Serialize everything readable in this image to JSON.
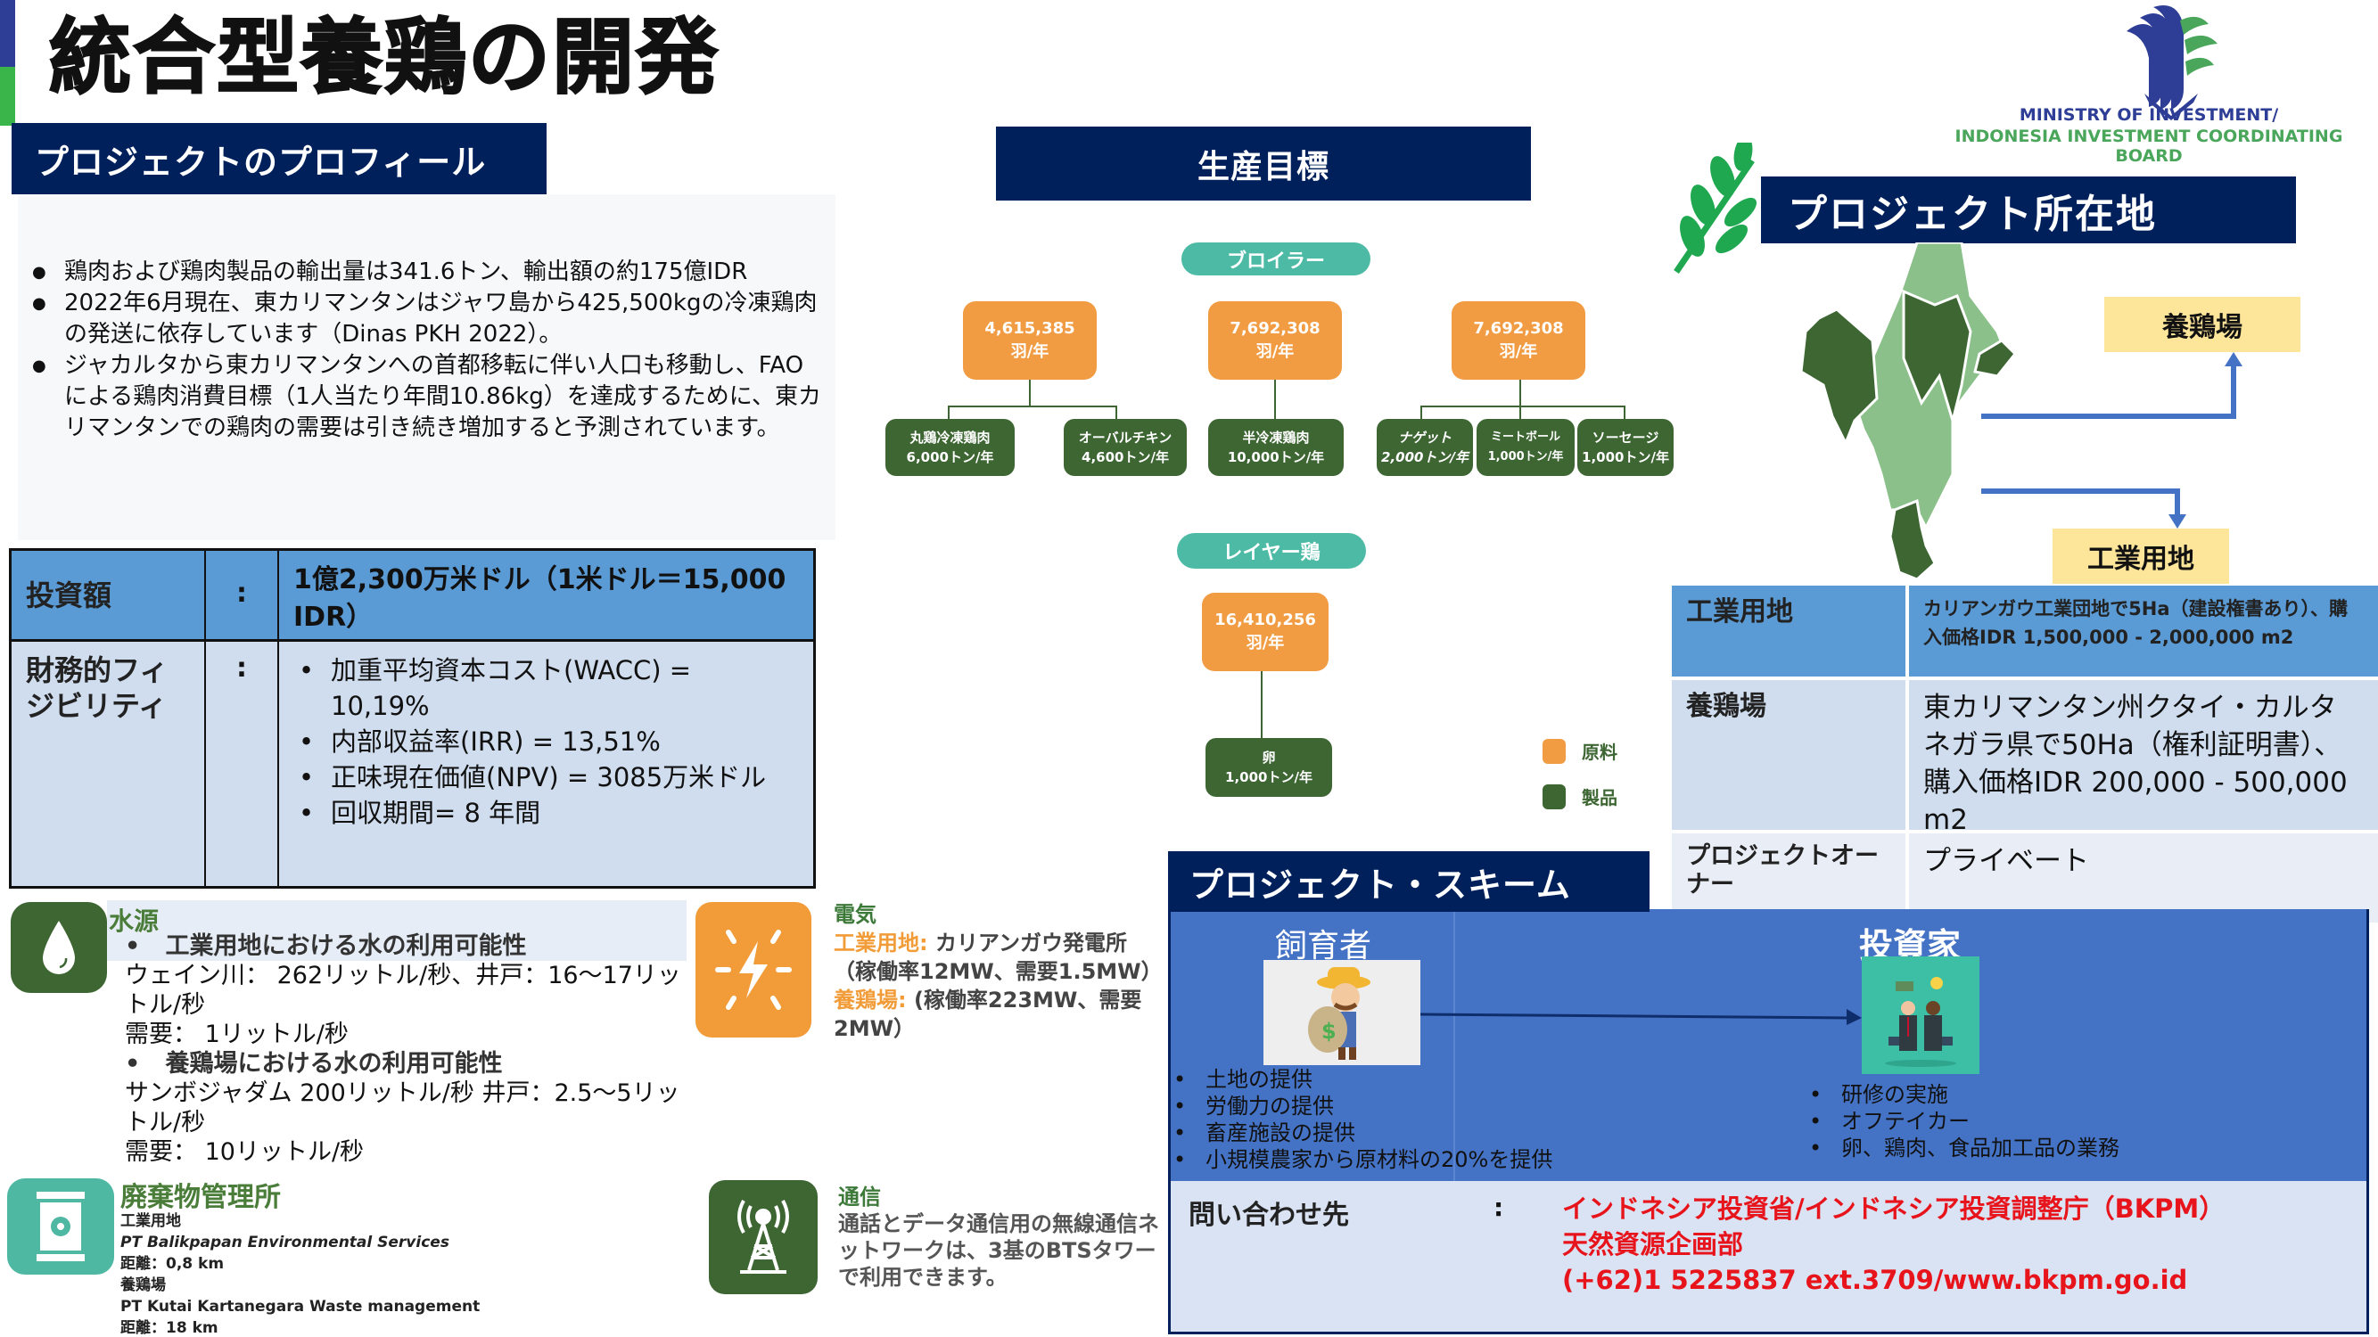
{
  "page": {
    "title": "統合型養鶏の開発"
  },
  "logo": {
    "line1": "MINISTRY OF INVESTMENT/",
    "line2": "INDONESIA INVESTMENT COORDINATING BOARD"
  },
  "colors": {
    "navy": "#00205b",
    "orange": "#f19c43",
    "dark_green": "#3d6633",
    "teal": "#4dbaa6",
    "blue": "#4472c4",
    "light_blue": "#5b9bd5",
    "red": "#e8141c",
    "yellow": "#fde59a"
  },
  "profile": {
    "header": "プロジェクトのプロフィール",
    "bullets": [
      "鶏肉および鶏肉製品の輸出量は341.6トン、輸出額の約175億IDR",
      "2022年6月現在、東カリマンタンはジャワ島から425,500kgの冷凍鶏肉の発送に依存しています（Dinas PKH 2022）。",
      "ジャカルタから東カリマンタンへの首都移転に伴い人口も移動し、FAOによる鶏肉消費目標（1人当たり年間10.86kg）を達成するために、東カリマンタンでの鶏肉の需要は引き続き増加すると予測されています。"
    ]
  },
  "investment": {
    "rows": [
      {
        "label": "投資額",
        "colon": ":",
        "value": "1億2,300万米ドル（1米ドル＝15,000 IDR）"
      },
      {
        "label": "財務的フィジビリティ",
        "colon": ":",
        "items": [
          "加重平均資本コスト(WACC) = 10,19%",
          "内部収益率(IRR) = 13,51%",
          "正味現在価値(NPV) = 3085万米ドル",
          "回収期間= 8  年間"
        ]
      }
    ]
  },
  "water": {
    "icon": "water-drop-icon",
    "title": "水源",
    "sections": [
      {
        "heading": "工業用地における水の利用可能性",
        "lines": [
          "ウェイン川： 262リットル/秒、井戸：16～17リットル/秒",
          "需要： 1リットル/秒"
        ]
      },
      {
        "heading": "養鶏場における水の利用可能性",
        "lines": [
          "サンボジャダム 200リットル/秒 井戸：2.5～5リットル/秒",
          "需要： 10リットル/秒"
        ]
      }
    ]
  },
  "electricity": {
    "icon": "lightning-icon",
    "title": "電気",
    "industrial_label": "工業用地:",
    "industrial_text": " カリアンガウ発電所（稼働率12MW、需要1.5MW）",
    "farm_label": "養鶏場:",
    "farm_text": " (稼働率223MW、需要2MW）"
  },
  "waste": {
    "icon": "waste-barrel-icon",
    "title": "廃棄物管理所",
    "lines": [
      {
        "text": "工業用地",
        "italic": false
      },
      {
        "text": "PT Balikpapan Environmental Services",
        "italic": true
      },
      {
        "text": "距離：0,8 km",
        "italic": false
      },
      {
        "text": "養鶏場",
        "italic": false
      },
      {
        "text": "PT Kutai Kartanegara Waste management",
        "italic": false
      },
      {
        "text": "距離：18 km",
        "italic": false
      }
    ]
  },
  "telecom": {
    "icon": "cell-tower-icon",
    "title": "通信",
    "text": "通話とデータ通信用の無線通信ネットワークは、3基のBTSタワーで利用できます。"
  },
  "production": {
    "header": "生産目標",
    "broiler": {
      "label": "ブロイラー",
      "groups": [
        {
          "raw": "4,615,385",
          "unit": "羽/年",
          "products": [
            {
              "name": "丸鶏冷凍鶏肉",
              "amount": "6,000トン/年"
            },
            {
              "name": "オーバルチキン",
              "amount": "4,600トン/年"
            }
          ]
        },
        {
          "raw": "7,692,308",
          "unit": "羽/年",
          "products": [
            {
              "name": "半冷凍鶏肉",
              "amount": "10,000トン/年"
            }
          ]
        },
        {
          "raw": "7,692,308",
          "unit": "羽/年",
          "products": [
            {
              "name": "ナゲット",
              "amount": "2,000トン/年"
            },
            {
              "name": "ミートボール",
              "amount": "1,000トン/年"
            },
            {
              "name": "ソーセージ",
              "amount": "1,000トン/年"
            }
          ]
        }
      ]
    },
    "layer": {
      "label": "レイヤー鶏",
      "raw": "16,410,256",
      "unit": "羽/年",
      "product": {
        "name": "卵",
        "amount": "1,000トン/年"
      }
    },
    "legend": [
      {
        "label": "原料",
        "color": "#f19c43"
      },
      {
        "label": "製品",
        "color": "#3d6633"
      }
    ]
  },
  "location": {
    "header": "プロジェクト所在地",
    "tags": {
      "farm": "養鶏場",
      "industrial": "工業用地"
    },
    "table": [
      {
        "label": "工業用地",
        "value": "カリアンガウ工業団地で5Ha（建設権書あり）、購入価格IDR 1,500,000 - 2,000,000 m2"
      },
      {
        "label": "養鶏場",
        "value": "東カリマンタン州クタイ・カルタネガラ県で50Ha（権利証明書）、購入価格IDR 200,000 - 500,000 m2"
      },
      {
        "label": "プロジェクトオーナー",
        "value": "プライベート"
      }
    ]
  },
  "scheme": {
    "header": "プロジェクト・スキーム",
    "breeder": {
      "title": "飼育者",
      "items": [
        "土地の提供",
        "労働力の提供",
        "畜産施設の提供",
        "小規模農家から原材料の20%を提供"
      ]
    },
    "investor": {
      "title": "投資家",
      "items": [
        "研修の実施",
        "オフテイカー",
        "卵、鶏肉、食品加工品の業務"
      ]
    }
  },
  "contact": {
    "label": "問い合わせ先",
    "colon": ":",
    "lines": [
      "インドネシア投資省/インドネシア投資調整庁（BKPM）",
      "天然資源企画部",
      "(+62)1 5225837 ext.3709/www.bkpm.go.id"
    ]
  }
}
